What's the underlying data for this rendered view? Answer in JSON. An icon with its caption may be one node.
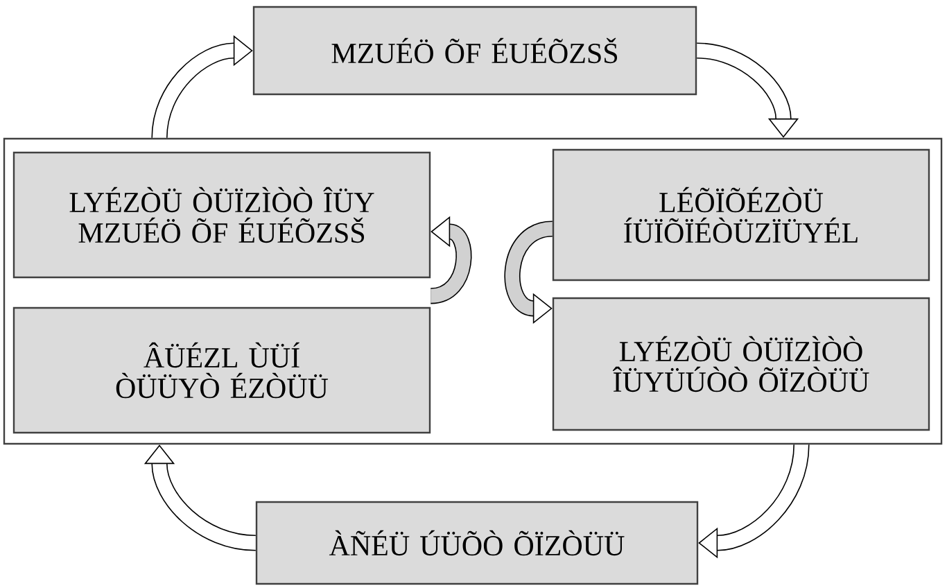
{
  "diagram": {
    "nodes": [
      {
        "text": [
          "MZUÉÖ ÕF ÉUÉÕZSŠ"
        ]
      },
      {
        "text": [],
        "shape": "box"
      },
      {
        "text": [
          "LYÉZÒÜ ÒÜÏZÌÒÒ ÎÜY MZUÉÖ ÕF ÉUÉÕZSŠ"
        ],
        "in": 1
      },
      {
        "text": [
          "LÉÕÏÕÉZÒÜ ÍÜÏÕÏÉÒÜZÏÜYÉL"
        ],
        "in": 1
      },
      {
        "text": [
          "ÂÜÉZL ÙÜÍ ÒÜÜYÒ ÉZÒÜÜ"
        ],
        "in": 1
      },
      {
        "text": [
          "LYÉZÒÜ ÒÜÏZÌÒÒ ÎÜYÜÚÒÒ ÕÏZÒÜÜ"
        ],
        "in": 1
      },
      {
        "text": [
          "ÀÑÉÜ ÚÜÕÒ ÕÏZÒÜÜ"
        ]
      }
    ],
    "edges": [
      {
        "from": 0,
        "to": 1,
        "arrow": "to"
      },
      {
        "from": 1,
        "to": 6,
        "arrow": "to"
      },
      {
        "from": 6,
        "to": 1,
        "arrow": "to"
      },
      {
        "from": 1,
        "to": 0,
        "arrow": "to"
      },
      {
        "from": 3,
        "to": 5,
        "arrow": "to"
      },
      {
        "from": 4,
        "to": 2,
        "arrow": "to"
      }
    ]
  }
}
